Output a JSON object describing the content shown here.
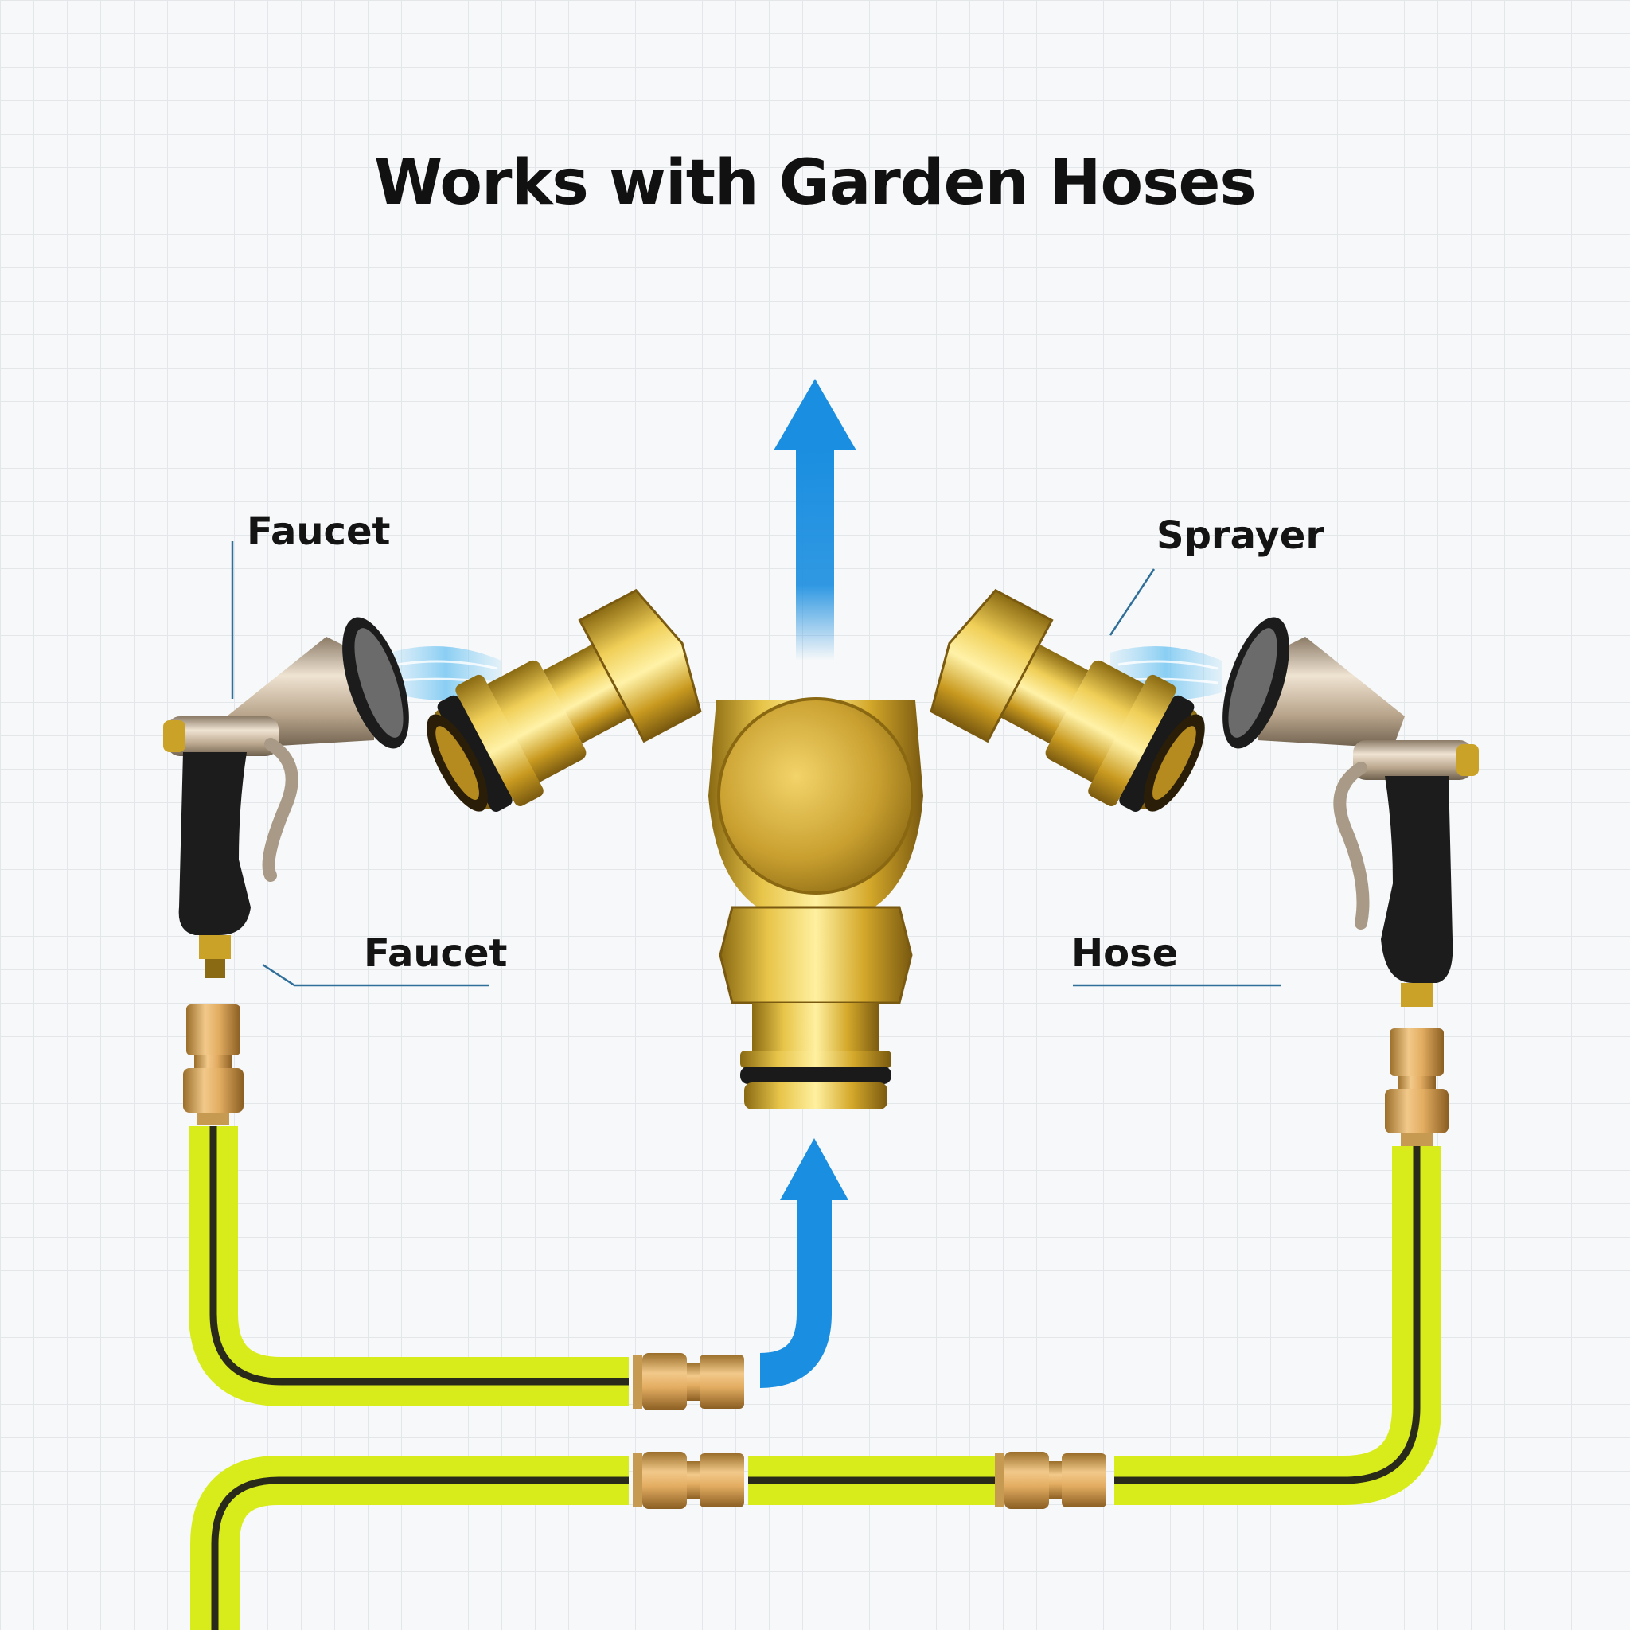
{
  "title": "Works with Garden Hoses",
  "labels": {
    "faucet_top": "Faucet",
    "faucet_mid": "Faucet",
    "sprayer": "Sprayer",
    "hose": "Hose"
  },
  "colors": {
    "brass": "#c9a227",
    "arrow_blue": "#1a8ee0",
    "hose_yellow": "#d8ec1c",
    "hose_stripe": "#2a2a1a",
    "leader_line": "#2f6f9a",
    "nozzle_metal": "#c8b49a",
    "grip_black": "#1c1c1c"
  },
  "icons": [
    "brass-y-splitter-icon",
    "spray-nozzle-icon",
    "hose-connector-icon",
    "flow-arrow-icon"
  ]
}
